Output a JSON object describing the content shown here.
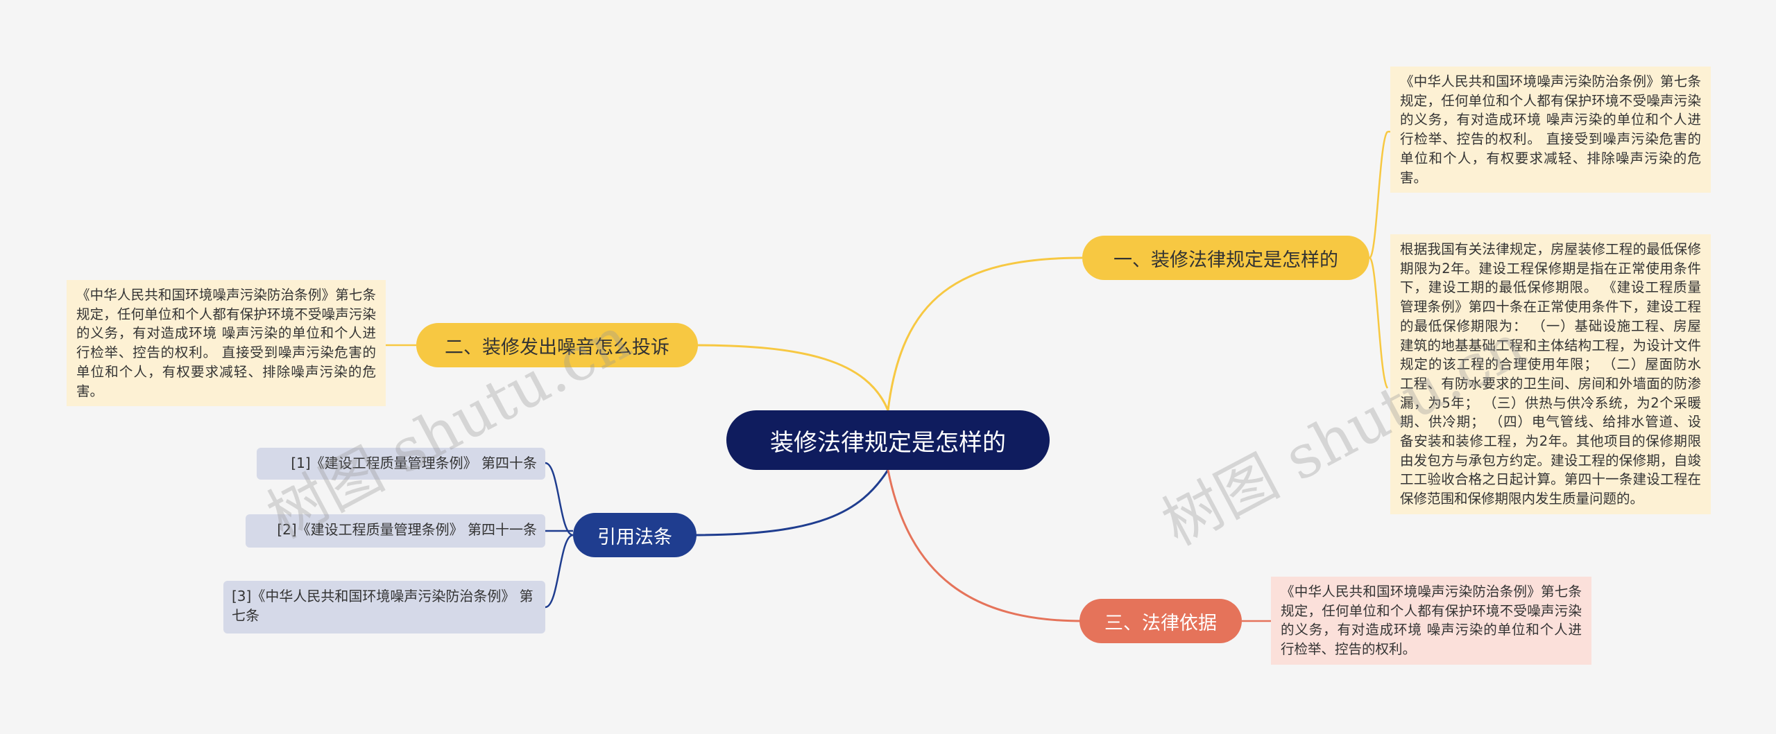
{
  "root": {
    "title": "装修法律规定是怎样的"
  },
  "branches": {
    "b1": {
      "label": "一、装修法律规定是怎样的",
      "color": "#f7c842"
    },
    "b2": {
      "label": "二、装修发出噪音怎么投诉",
      "color": "#f7c842"
    },
    "b3": {
      "label": "引用法条",
      "color": "#1f3d8f"
    },
    "b4": {
      "label": "三、法律依据",
      "color": "#e5735a"
    }
  },
  "notes": {
    "b1_note1": "《中华人民共和国环境噪声污染防治条例》第七条规定，任何单位和个人都有保护环境不受噪声污染的义务，有对造成环境 噪声污染的单位和个人进行检举、控告的权利。 直接受到噪声污染危害的单位和个人，有权要求减轻、排除噪声污染的危害。",
    "b1_note2": "根据我国有关法律规定，房屋装修工程的最低保修期限为2年。建设工程保修期是指在正常使用条件下，建设工期的最低保修期限。 《建设工程质量管理条例》第四十条在正常使用条件下，建设工程的最低保修期限为： （一）基础设施工程、房屋建筑的地基基础工程和主体结构工程，为设计文件规定的该工程的合理使用年限； （二）屋面防水工程、有防水要求的卫生间、房间和外墙面的防渗漏，为5年； （三）供热与供冷系统，为2个采暖期、供冷期； （四）电气管线、给排水管道、设备安装和装修工程，为2年。其他项目的保修期限由发包方与承包方约定。建设工程的保修期，自竣工工验收合格之日起计算。第四十一条建设工程在保修范围和保修期限内发生质量问题的。",
    "b2_note1": "《中华人民共和国环境噪声污染防治条例》第七条规定，任何单位和个人都有保护环境不受噪声污染的义务，有对造成环境 噪声污染的单位和个人进行检举、控告的权利。 直接受到噪声污染危害的单位和个人，有权要求减轻、排除噪声污染的危害。",
    "b4_note1": "《中华人民共和国环境噪声污染防治条例》第七条规定，任何单位和个人都有保护环境不受噪声污染的义务，有对造成环境 噪声污染的单位和个人进行检举、控告的权利。"
  },
  "citations": [
    "[1]《建设工程质量管理条例》 第四十条",
    "[2]《建设工程质量管理条例》 第四十一条",
    "[3]《中华人民共和国环境噪声污染防治条例》 第七条"
  ],
  "watermark": {
    "text1": "树图 shutu.cn",
    "text2": "树图 shutu.cn"
  }
}
